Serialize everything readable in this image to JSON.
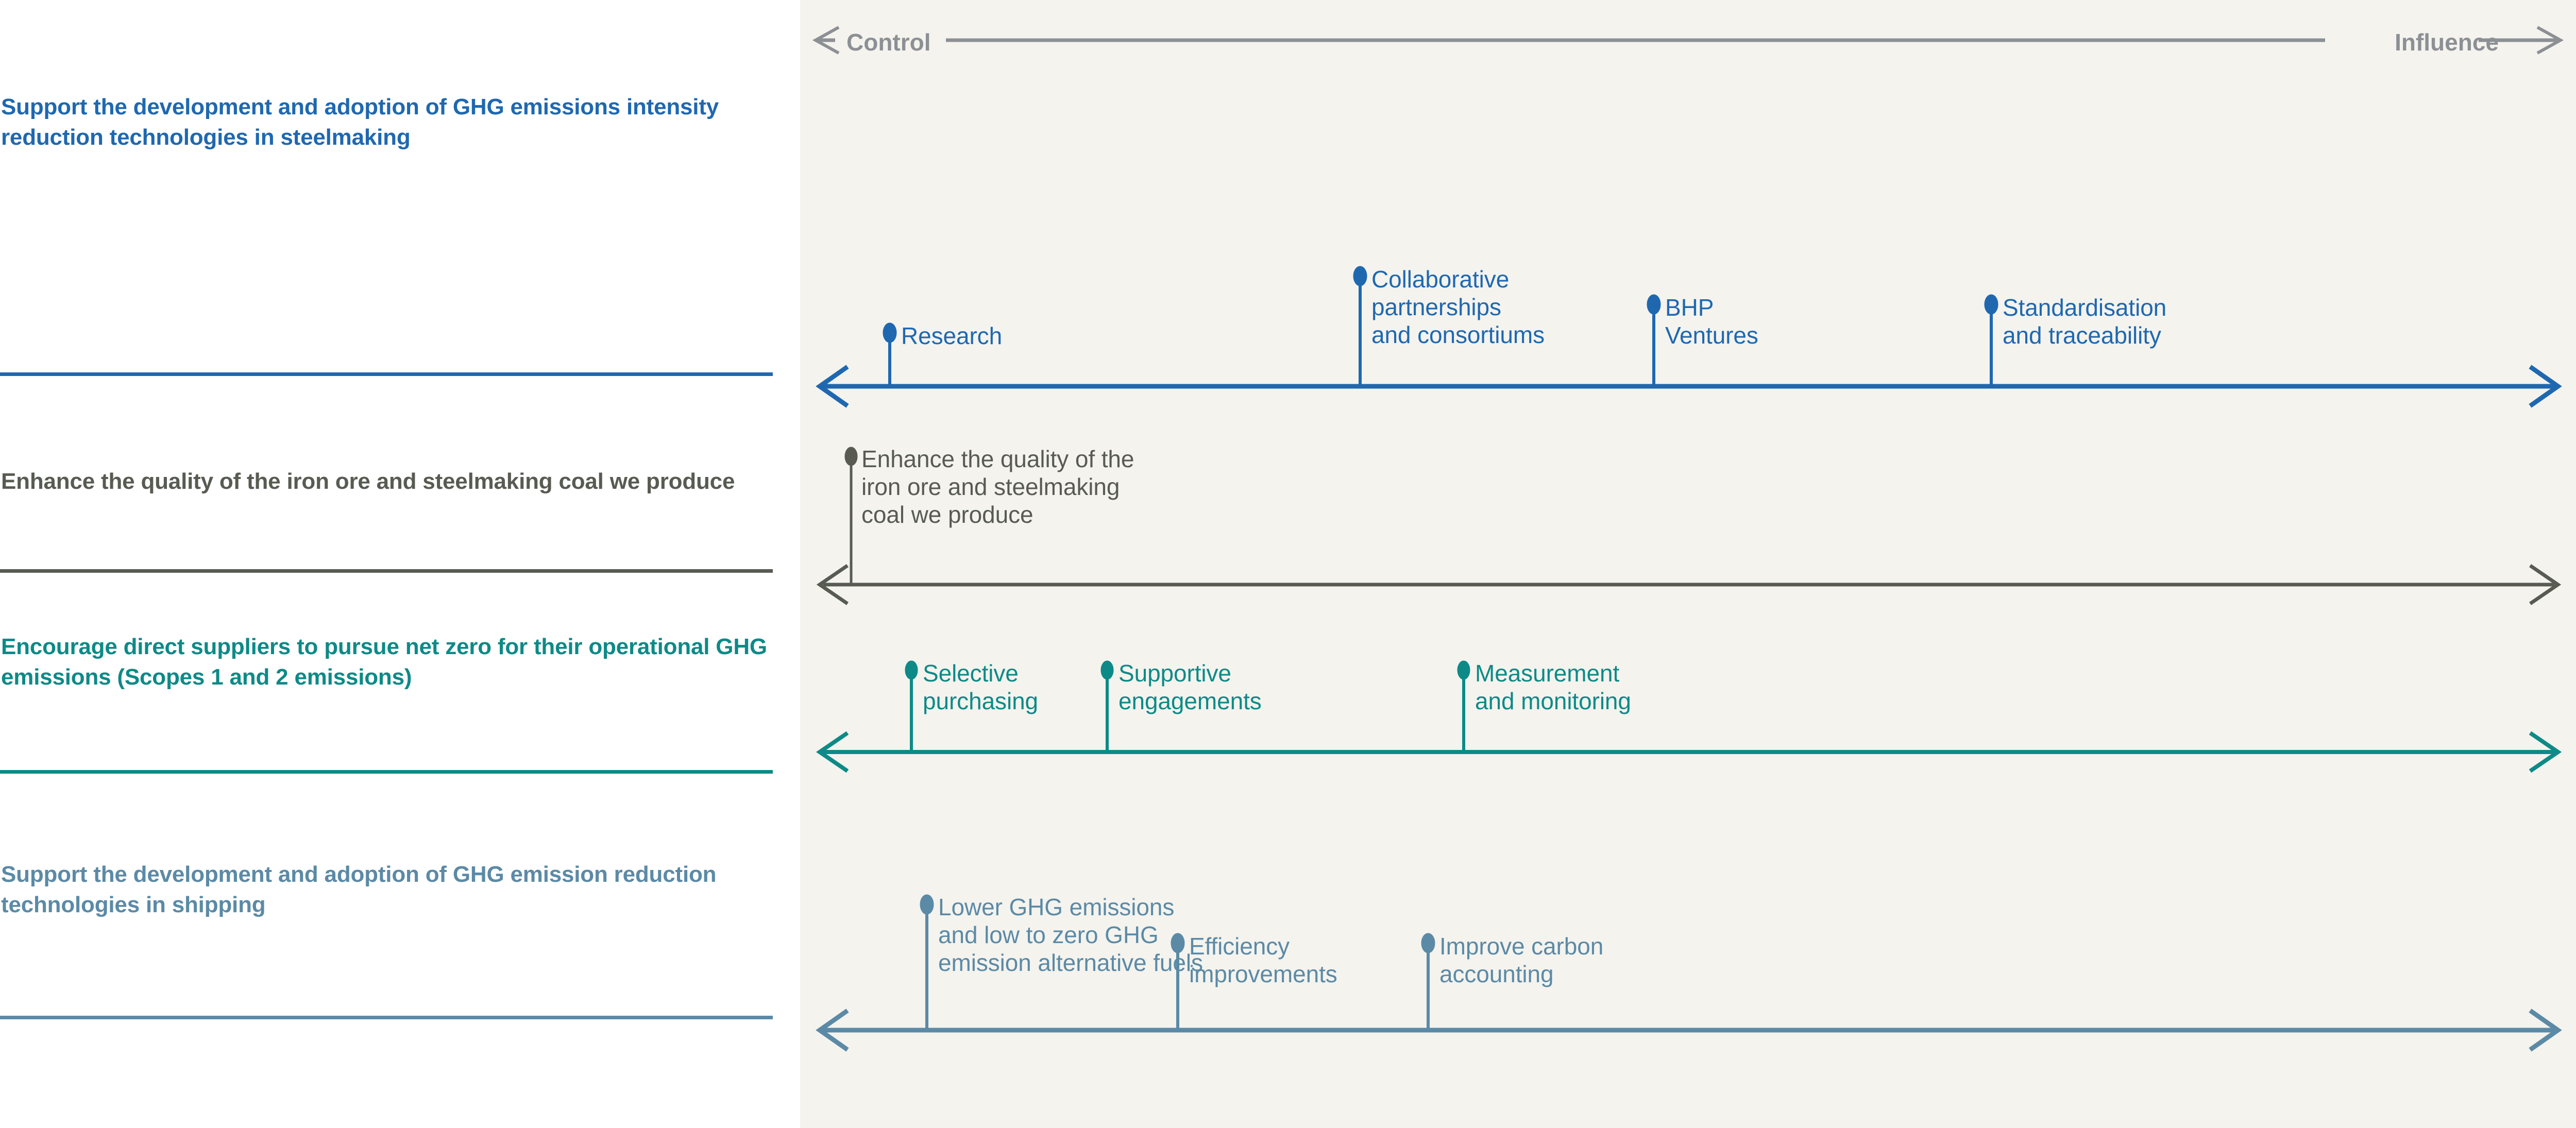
{
  "header": {
    "left_label": "Control",
    "right_label": "Influence",
    "left_arrow_icon": "arrow-left-icon",
    "right_arrow_icon": "arrow-right-icon",
    "axis_color": "#8c9094"
  },
  "colors": {
    "panel_background": "#f4f3ee",
    "page_background": "#ffffff",
    "row1": "#1f68b0",
    "row2": "#585b52",
    "row3": "#0d8a87",
    "row4": "#5b8aa6"
  },
  "goals": [
    {
      "label": "Support the development and\nadoption of GHG emissions intensity\nreduction technologies in steelmaking",
      "color": "#1f68b0"
    },
    {
      "label": "Enhance the quality of the iron ore\nand steelmaking coal we produce",
      "color": "#585b52"
    },
    {
      "label": "Encourage direct suppliers to pursue\nnet zero for their operational GHG\nemissions (Scopes 1 and 2 emissions)",
      "color": "#0d8a87"
    },
    {
      "label": "Support the development and adoption\nof GHG emission reduction\ntechnologies in shipping",
      "color": "#5b8aa6"
    }
  ],
  "rows": [
    {
      "name": "steelmaking-technologies",
      "color": "#1f68b0",
      "items": [
        {
          "label": "Research",
          "x": 0.0375,
          "stem": 100
        },
        {
          "label": "Collaborative\npartnerships\nand consortiums",
          "x": 0.3025,
          "stem": 210
        },
        {
          "label": "BHP\nVentures",
          "x": 0.468,
          "stem": 155
        },
        {
          "label": "Standardisation\nand traceability",
          "x": 0.658,
          "stem": 155
        }
      ]
    },
    {
      "name": "iron-ore-and-coal-quality",
      "color": "#585b52",
      "items": [
        {
          "label": "Enhance the quality of the\niron ore and steelmaking\ncoal we produce",
          "x": 0.001,
          "stem": 245
        }
      ]
    },
    {
      "name": "supplier-net-zero",
      "color": "#0d8a87",
      "items": [
        {
          "label": "Selective\npurchasing",
          "x": 0.047,
          "stem": 155
        },
        {
          "label": "Supportive\nengagements",
          "x": 0.157,
          "stem": 155
        },
        {
          "label": "Measurement\nand monitoring",
          "x": 0.358,
          "stem": 155
        }
      ]
    },
    {
      "name": "shipping-technologies",
      "color": "#5b8aa6",
      "items": [
        {
          "label": "Lower GHG emissions\nand low to zero GHG\nemission alternative fuels",
          "x": 0.0715,
          "stem": 240
        },
        {
          "label": "Efficiency\nimprovements",
          "x": 0.2125,
          "stem": 155
        },
        {
          "label": "Improve carbon\naccounting",
          "x": 0.3535,
          "stem": 155
        }
      ]
    }
  ]
}
